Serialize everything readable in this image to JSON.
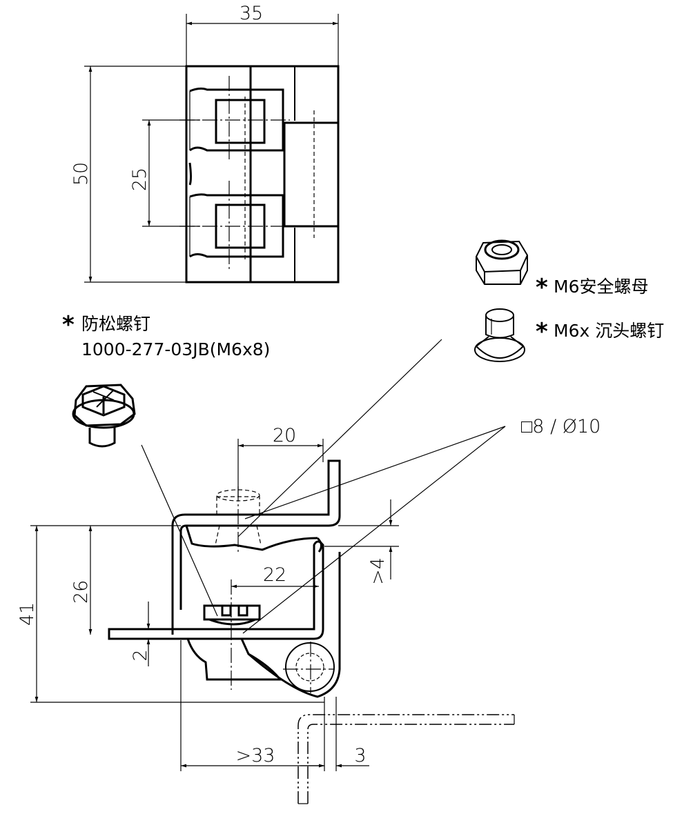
{
  "dimensions": {
    "top_width": "35",
    "top_height": "50",
    "top_pitch": "25",
    "side_20": "20",
    "side_22": "22",
    "side_41": "41",
    "side_26": "26",
    "side_2": "2",
    "side_gt4": ">4",
    "side_gt33": ">33",
    "side_3": "3",
    "hole_spec": "□8 / Ø10"
  },
  "callouts": {
    "star": "*",
    "lock_screw_title": "防松螺钉",
    "lock_screw_part": "1000-277-03JB(M6x8)",
    "nut_label": "M6安全螺母",
    "countersunk_label": "M6x 沉头螺钉"
  },
  "icons": [
    "lock-screw-icon",
    "safety-nut-icon",
    "countersunk-screw-icon"
  ]
}
